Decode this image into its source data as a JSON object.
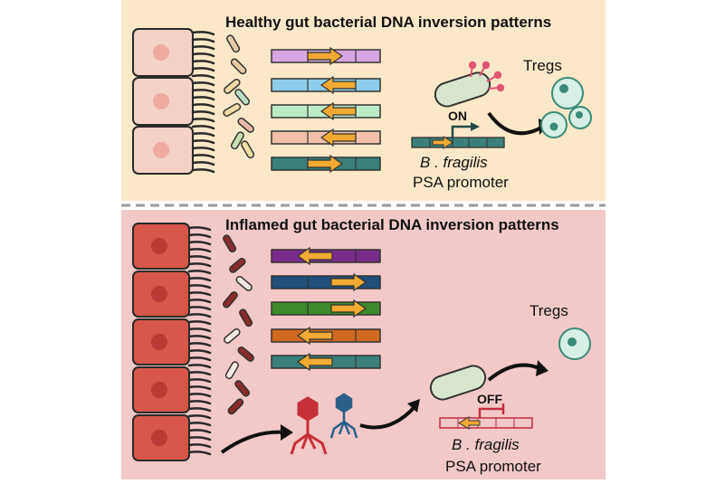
{
  "colors": {
    "healthy_bg": "#fbe8c8",
    "inflamed_bg": "#f3c8c8",
    "healthy_cell": "#f4d2c8",
    "inflamed_cell": "#d9564a",
    "treg": "#d7efe5",
    "treg_outline": "#3a8a78",
    "arrow_gold": "#f2aa33",
    "on_color": "#234a48",
    "off_color": "#c03040",
    "phage_red": "#c83038",
    "phage_blue": "#2b5f8a"
  },
  "icons": [
    "epithelial-cell-icon",
    "bacteria-icon",
    "dna-segment-icon",
    "t-reg-cell-icon",
    "bacteriophage-icon",
    "curved-arrow-icon",
    "promoter-arrow-icon"
  ],
  "healthy": {
    "title": "Healthy gut bacterial DNA inversion patterns",
    "on_label": "ON",
    "species": "B . fragilis",
    "promoter": "PSA promoter",
    "tregs": "Tregs"
  },
  "inflamed": {
    "title": "Inflamed gut bacterial DNA inversion patterns",
    "off_label": "OFF",
    "species": "B . fragilis",
    "promoter": "PSA promoter",
    "tregs": "Tregs"
  }
}
